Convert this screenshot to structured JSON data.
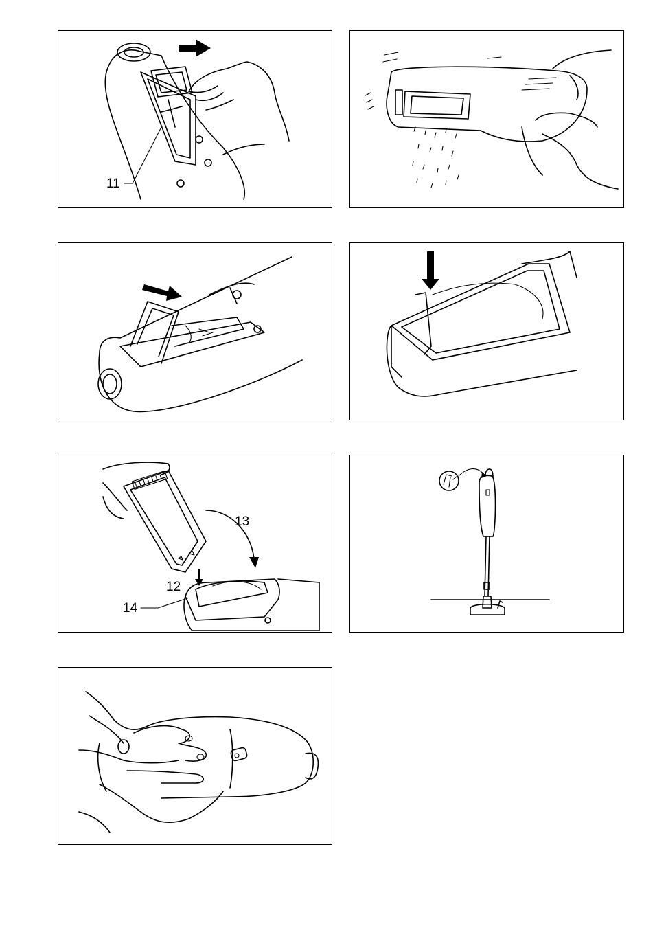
{
  "figures": [
    {
      "id": "fig-1",
      "callouts": [
        {
          "text": "11"
        }
      ]
    },
    {
      "id": "fig-2",
      "callouts": []
    },
    {
      "id": "fig-3",
      "callouts": []
    },
    {
      "id": "fig-4",
      "callouts": []
    },
    {
      "id": "fig-5",
      "callouts": [
        {
          "text": "13"
        },
        {
          "text": "12"
        },
        {
          "text": "14"
        }
      ]
    },
    {
      "id": "fig-6",
      "callouts": []
    },
    {
      "id": "fig-7",
      "callouts": []
    }
  ]
}
